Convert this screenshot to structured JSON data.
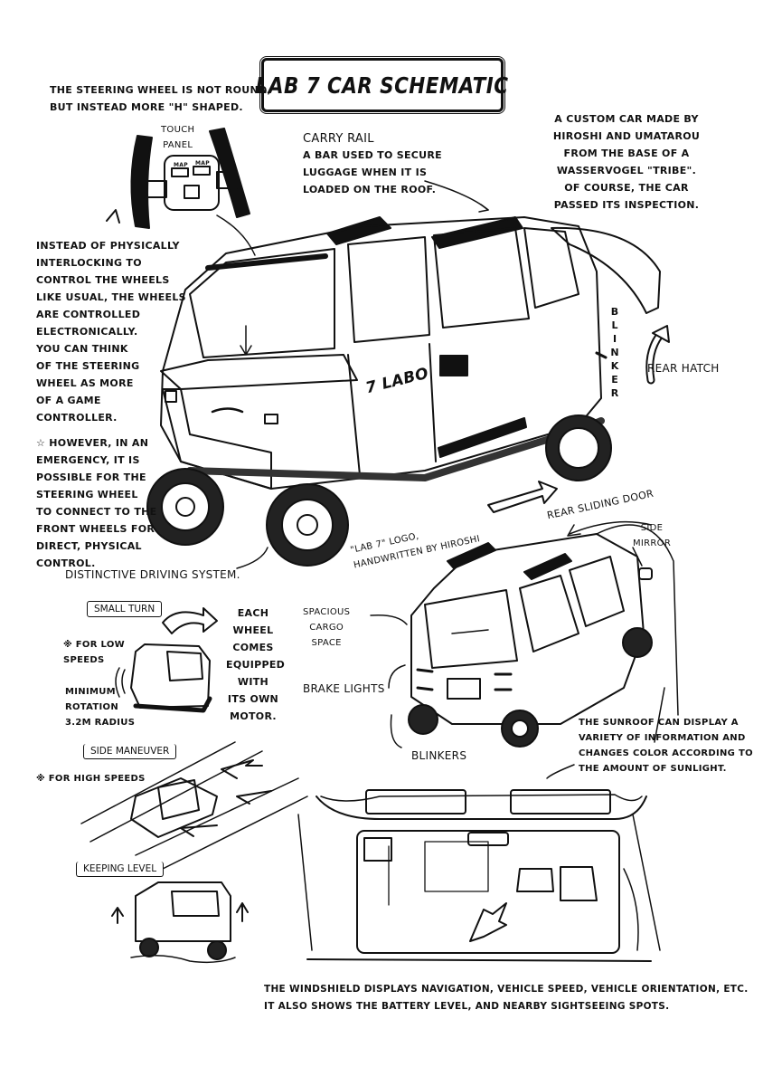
{
  "page": {
    "title": "LAB 7 CAR SCHEMATIC"
  },
  "annotations": {
    "steering_shape": "The steering wheel is not round,\nbut instead more \"H\" shaped.",
    "touch_panel": "Touch\nPanel",
    "steering_buttons": [
      "MAP",
      "MAP"
    ],
    "carry_rail_title": "Carry Rail",
    "carry_rail_desc": "A bar used to secure\nluggage when it is\nloaded on the roof.",
    "custom_car": "A custom car made by\nHiroshi and Umatarou\nfrom the base of a\nWasservogel \"Tribe\".\nOf course, the car\npassed its inspection.",
    "electronic_control": "Instead of physically\ninterlocking to\ncontrol the wheels\nlike usual, the wheels\nare controlled\nelectronically.\nYou can think\nof the steering\nwheel as more\nof a game\ncontroller.",
    "emergency": "☆ However, in an\nemergency, it is\npossible for the\nsteering wheel\nto connect to the\nfront wheels for\ndirect, physical\ncontrol.",
    "driving_system": "Distinctive Driving System.",
    "blinker_vertical": "BLINKER",
    "rear_hatch": "Rear hatch",
    "door_logo": "7 LABO",
    "rear_sliding_door": "Rear sliding door",
    "logo_note": "\"Lab 7\" Logo,\nhandwritten by Hiroshi",
    "side_mirror": "Side\nMirror",
    "small_turn": "Small Turn",
    "low_speeds": "※ for low\nspeeds",
    "min_rotation": "Minimum\nrotation\n3.2m radius",
    "each_wheel": "Each\nwheel\ncomes\nequipped\nwith\nits own\nmotor.",
    "cargo_space": "Spacious\ncargo\nspace",
    "brake_lights": "Brake lights",
    "blinkers": "Blinkers",
    "sunroof": "The Sunroof can display a\nvariety of information and\nchanges color according to\nthe amount of sunlight.",
    "side_maneuver": "Side Maneuver",
    "high_speeds": "※ for high speeds",
    "keeping_level": "Keeping Level",
    "windshield": "The windshield displays navigation, vehicle speed, vehicle orientation, etc.\nIt also shows the battery level, and nearby sightseeing spots."
  },
  "illustrations": [
    {
      "name": "steering-wheel",
      "subject": "H-shaped steering wheel with touch panel"
    },
    {
      "name": "main-car",
      "subject": "Lab 7 van, front three-quarter view"
    },
    {
      "name": "rear-car",
      "subject": "Lab 7 van, rear three-quarter view"
    },
    {
      "name": "small-turn-car",
      "subject": "van turning in place"
    },
    {
      "name": "side-maneuver-car",
      "subject": "van moving sideways"
    },
    {
      "name": "keeping-level-car",
      "subject": "van staying level on uneven ground"
    },
    {
      "name": "interior-view",
      "subject": "windshield view from driver's seat"
    }
  ]
}
